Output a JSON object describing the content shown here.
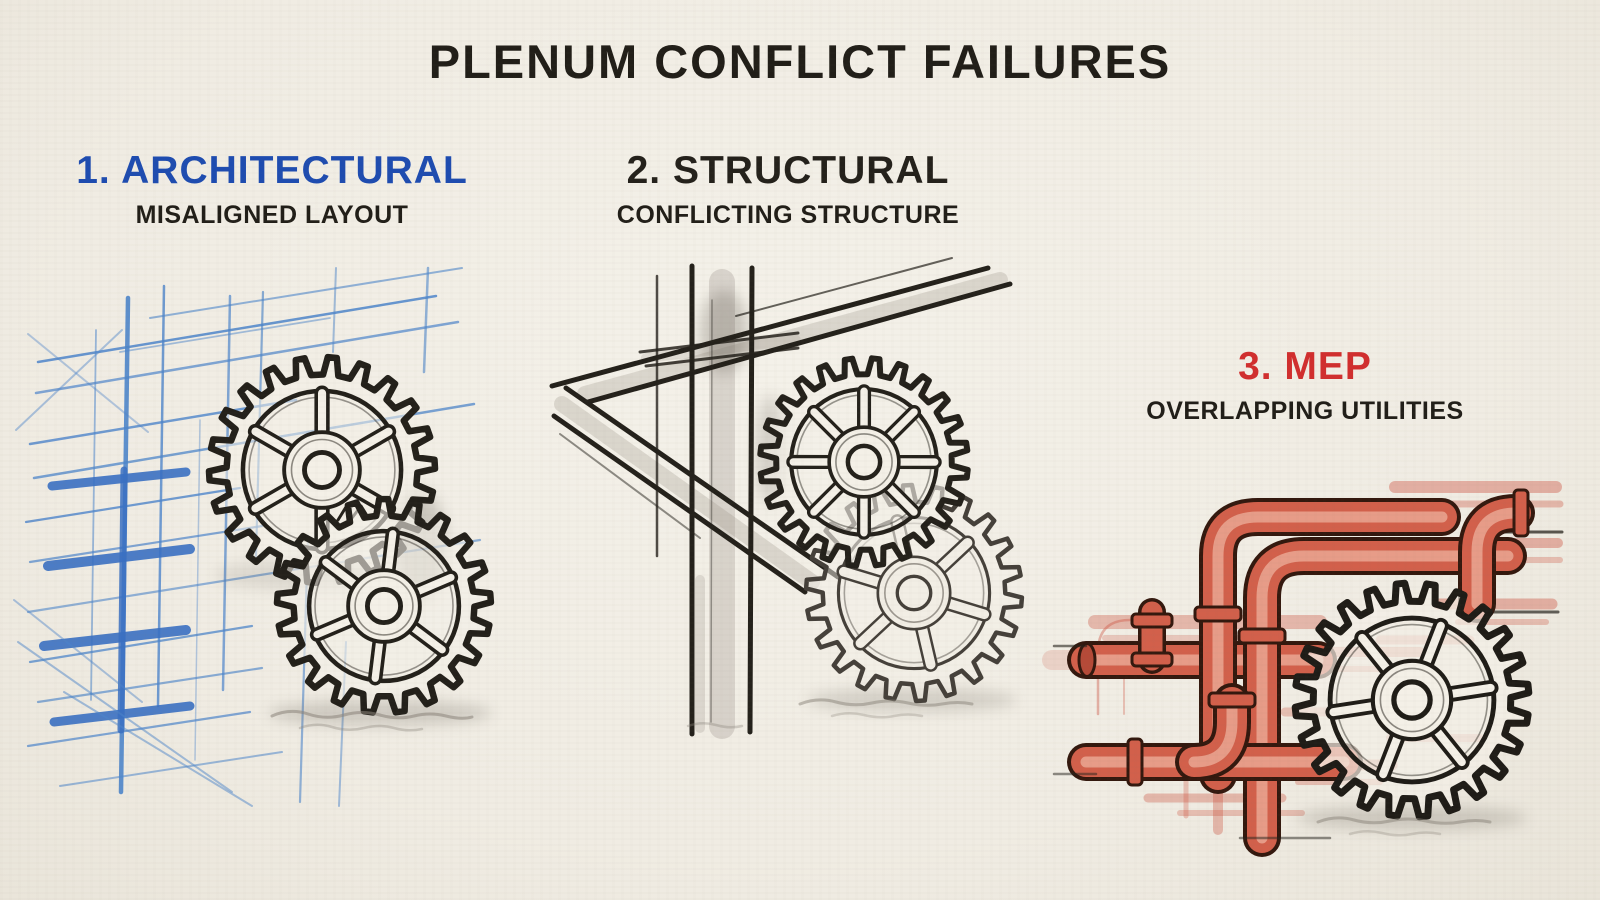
{
  "title": "PLENUM CONFLICT FAILURES",
  "colors": {
    "background": "#f0ece3",
    "ink": "#211e18",
    "architectural_accent": "#1e4cb0",
    "structural_accent": "#24211b",
    "mep_accent": "#d12e2e",
    "blueprint_line": "#4d85ca",
    "pipe_red": "#d2604b",
    "pencil_gray": "#9b938a"
  },
  "sections": [
    {
      "id": "architectural",
      "heading": "1. ARCHITECTURAL",
      "subtitle": "MISALIGNED LAYOUT",
      "accent": "#1e4cb0",
      "illustration": "blueprint-grid-with-misaligned-gears-icon"
    },
    {
      "id": "structural",
      "heading": "2. STRUCTURAL",
      "subtitle": "CONFLICTING STRUCTURE",
      "accent": "#24211b",
      "illustration": "steel-beams-with-conflicting-gears-icon"
    },
    {
      "id": "mep",
      "heading": "3. MEP",
      "subtitle": "OVERLAPPING UTILITIES",
      "accent": "#d12e2e",
      "illustration": "overlapping-red-pipes-with-gear-icon"
    }
  ]
}
